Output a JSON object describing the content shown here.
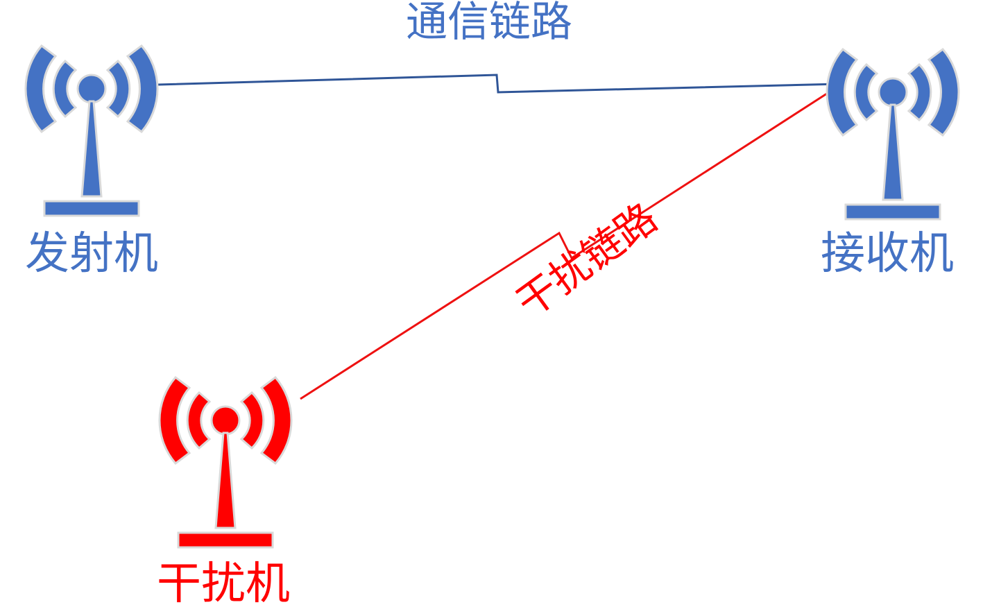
{
  "nodes": {
    "transmitter": {
      "label": "发射机",
      "color": "#4472c4"
    },
    "receiver": {
      "label": "接收机",
      "color": "#4472c4"
    },
    "jammer": {
      "label": "干扰机",
      "color": "#ff0000"
    }
  },
  "links": {
    "communication": {
      "label": "通信链路",
      "line_color": "#2f5597",
      "label_color": "#4472c4"
    },
    "interference": {
      "label": "干扰链路",
      "line_color": "#ee1111",
      "label_color": "#ff0000"
    }
  },
  "icons": {
    "antenna": "radio-tower-icon",
    "outline_color": "#d9d9d9"
  }
}
